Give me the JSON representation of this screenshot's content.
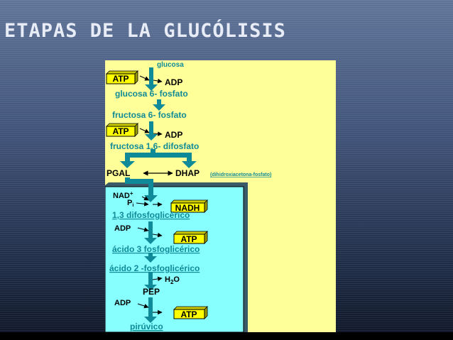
{
  "slide": {
    "title": "ETAPAS DE LA GLUCÓLISIS"
  },
  "diagram": {
    "compounds": {
      "glucosa": "glucosa",
      "glucosa_6_fosfato": "glucosa 6- fosfato",
      "fructosa_6_fosfato": "fructosa 6- fosfato",
      "fructosa_1_6_difosfato": "fructosa 1,6- difosfato",
      "pgal": "PGAL",
      "dhap": "DHAP",
      "dhap_note": "(dihidroxiacetona-fosfato)",
      "difosfoglicerico_1_3": "1,3 difosfoglicérico",
      "fosfoglicerico_3": "ácido 3 fosfoglicérico",
      "fosfoglicerico_2": "ácido 2 -fosfoglicérico",
      "pep": "PEP",
      "piruvico": "pirúvico"
    },
    "cofactors": {
      "atp_in_1": "ATP",
      "adp_out_1": "ADP",
      "atp_in_2": "ATP",
      "adp_out_2": "ADP",
      "nad_in": "NAD",
      "nad_sup": "+",
      "pi_in": "P",
      "pi_sub": "i",
      "nadh_out": "NADH",
      "adp_in_1": "ADP",
      "atp_out_1": "ATP",
      "h2o_out_h": "H",
      "h2o_out_sub": "2",
      "h2o_out_o": "O",
      "adp_in_2": "ADP",
      "atp_out_2": "ATP"
    },
    "colors": {
      "panel_background": "#ffff99",
      "box_background": "#88ffff",
      "arrow_teal": "#0f8a98",
      "label_teal": "#0f8a98",
      "cofactor_box": "#ffff00"
    }
  }
}
